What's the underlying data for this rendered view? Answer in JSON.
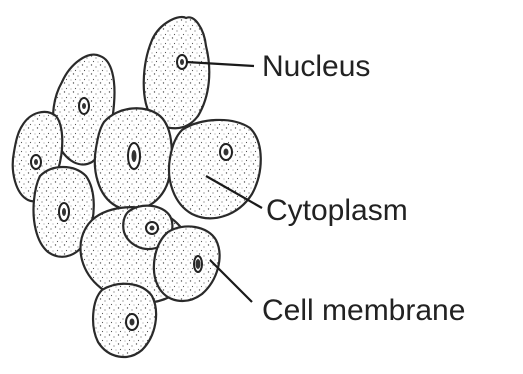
{
  "labels": {
    "nucleus": "Nucleus",
    "cytoplasm": "Cytoplasm",
    "cell_membrane": "Cell membrane"
  },
  "colors": {
    "ink": "#222222",
    "background": "#ffffff"
  }
}
